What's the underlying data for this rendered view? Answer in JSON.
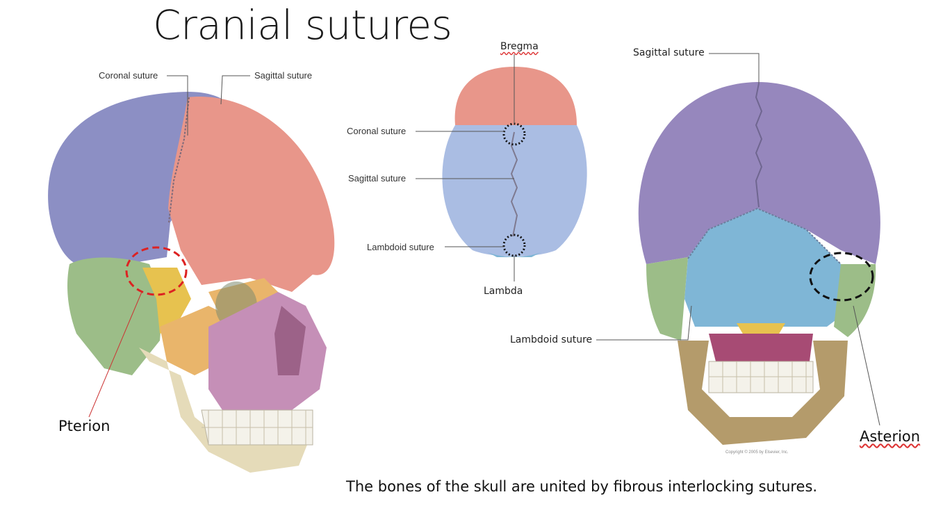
{
  "title": "Cranial sutures",
  "caption": "The bones of the skull are united by fibrous interlocking sutures.",
  "lateral_view": {
    "coronal_label": "Coronal suture",
    "sagittal_label": "Sagittal suture",
    "pterion_label": "Pterion"
  },
  "superior_view": {
    "bregma_label": "Bregma",
    "coronal_label": "Coronal suture",
    "sagittal_label": "Sagittal suture",
    "lambdoid_label": "Lambdoid suture",
    "lambda_label": "Lambda"
  },
  "posterior_view": {
    "sagittal_label": "Sagittal suture",
    "lambdoid_label": "Lambdoid suture",
    "asterion_label": "Asterion",
    "copyright": "Copyright © 2005 by Elsevier, Inc."
  },
  "colors": {
    "frontal": "#8c8fc4",
    "parietal": "#e8968a",
    "temporal": "#9cbd88",
    "sphenoid": "#e7c24f",
    "zygomatic": "#e9b56b",
    "maxilla": "#c58fb7",
    "mandible": "#e5dbb9",
    "occipital": "#7fb6d6",
    "parietal_posterior": "#9687bd",
    "superior_parietal": "#aabde3",
    "pterion_circle": "#dd2222"
  }
}
